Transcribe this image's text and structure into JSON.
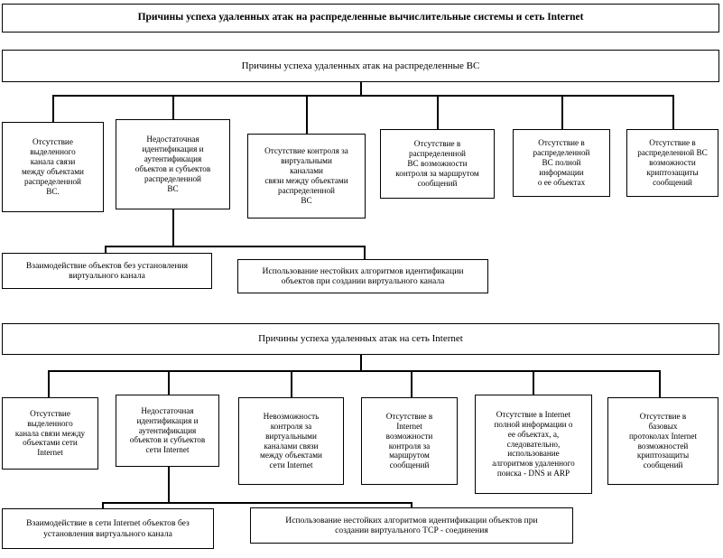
{
  "diagram": {
    "title": "Причины успеха удаленных атак на распределенные вычислительные системы и сеть Internet",
    "sections": [
      {
        "header": "Причины успеха удаленных атак на распределенные ВС",
        "leaves": [
          "Отсутствие\nвыделенного\nканала связи\nмежду объектами\nраспределенной\nВС.",
          "Недостаточная\nидентификация и\nаутентификация\nобъектов и субъектов\nраспределенной\nВС",
          "Отсутствие контроля за\nвиртуальными\nканалами\nсвязи между объектами\nраспределенной\nВС",
          "Отсутствие в\nраспределенной\nВС возможности\nконтроля за маршрутом\nсообщений",
          "Отсутствие в\nраспределенной\nВС полной\nинформации\nо ее объектах",
          "Отсутствие в\nраспределенной ВС\nвозможности\nкриптозащиты\nсообщений"
        ],
        "subleaves": [
          "Взаимодействие объектов без установления\nвиртуального канала",
          "Использование нестойких алгоритмов идентификации\nобъектов при создании виртуального канала"
        ]
      },
      {
        "header": "Причины успеха удаленных атак на сеть Internet",
        "leaves": [
          "Отсутствие\nвыделенного\nканала связи между\nобъектами сети\nInternet",
          "Недостаточная\nидентификация и\nаутентификация\nобъектов и субъектов\nсети Internet",
          "Невозможность\nконтроля за\nвиртуальными\nканалами связи\nмежду объектами\nсети Internet",
          "Отсутствие в\nInternet\nвозможности\nконтроля за\nмаршрутом\nсообщений",
          "Отсутствие в Internet\nполной информации о\nее объектах, а,\nследовательно,\nиспользование\nалгоритмов удаленного\nпоиска - DNS и ARP",
          "Отсутствие в\nбазовых\nпротоколах Internet\nвозможностей\nкриптозащиты\nсообщений"
        ],
        "subleaves": [
          "Взаимодействие в сети Internet объектов без\nустановления виртуального канала",
          "Использование нестойких алгоритмов идентификации объектов при\nсоздании виртуального TCP - соединения"
        ]
      }
    ]
  },
  "colors": {
    "stroke": "#000000",
    "background": "#ffffff"
  }
}
